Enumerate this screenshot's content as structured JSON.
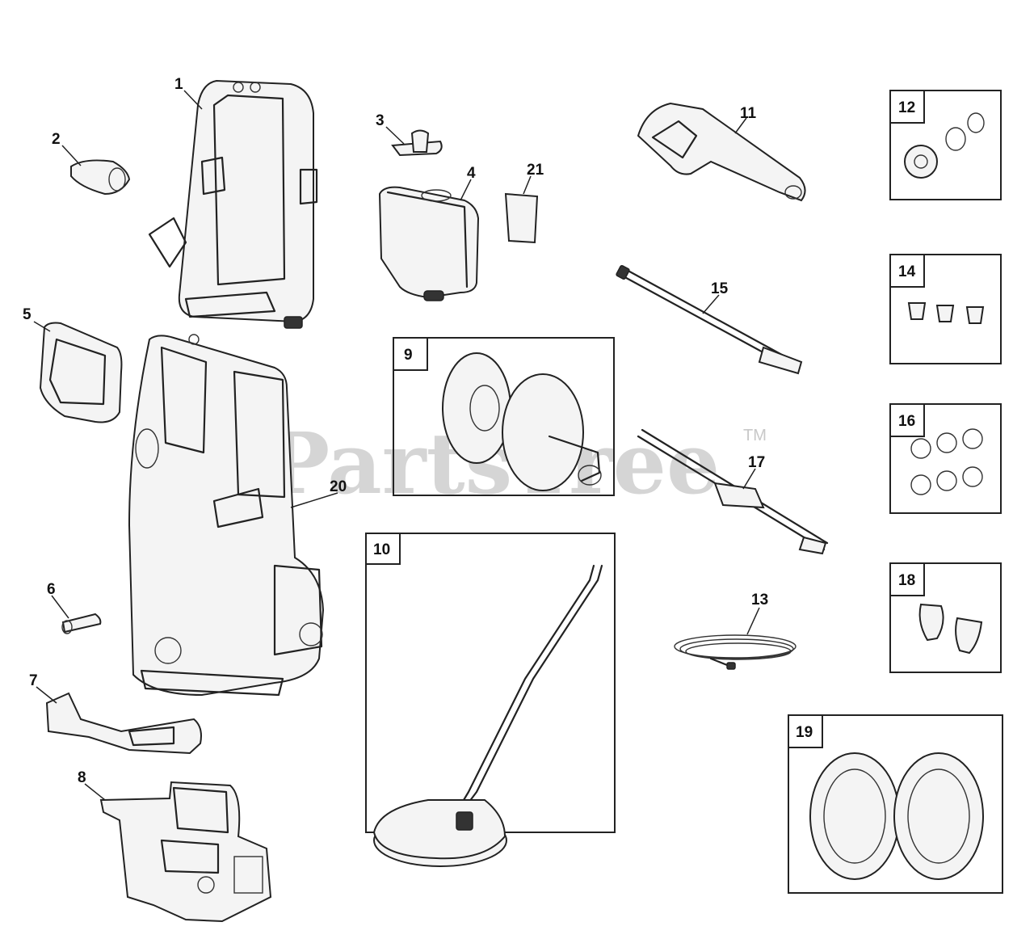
{
  "watermark": {
    "text": "PartsTree",
    "trademark": "TM"
  },
  "parts": [
    {
      "id": "1",
      "label": "1"
    },
    {
      "id": "2",
      "label": "2"
    },
    {
      "id": "3",
      "label": "3"
    },
    {
      "id": "4",
      "label": "4"
    },
    {
      "id": "5",
      "label": "5"
    },
    {
      "id": "6",
      "label": "6"
    },
    {
      "id": "7",
      "label": "7"
    },
    {
      "id": "8",
      "label": "8"
    },
    {
      "id": "9",
      "label": "9"
    },
    {
      "id": "10",
      "label": "10"
    },
    {
      "id": "11",
      "label": "11"
    },
    {
      "id": "12",
      "label": "12"
    },
    {
      "id": "13",
      "label": "13"
    },
    {
      "id": "14",
      "label": "14"
    },
    {
      "id": "15",
      "label": "15"
    },
    {
      "id": "16",
      "label": "16"
    },
    {
      "id": "17",
      "label": "17"
    },
    {
      "id": "18",
      "label": "18"
    },
    {
      "id": "19",
      "label": "19"
    },
    {
      "id": "20",
      "label": "20"
    },
    {
      "id": "21",
      "label": "21"
    }
  ]
}
